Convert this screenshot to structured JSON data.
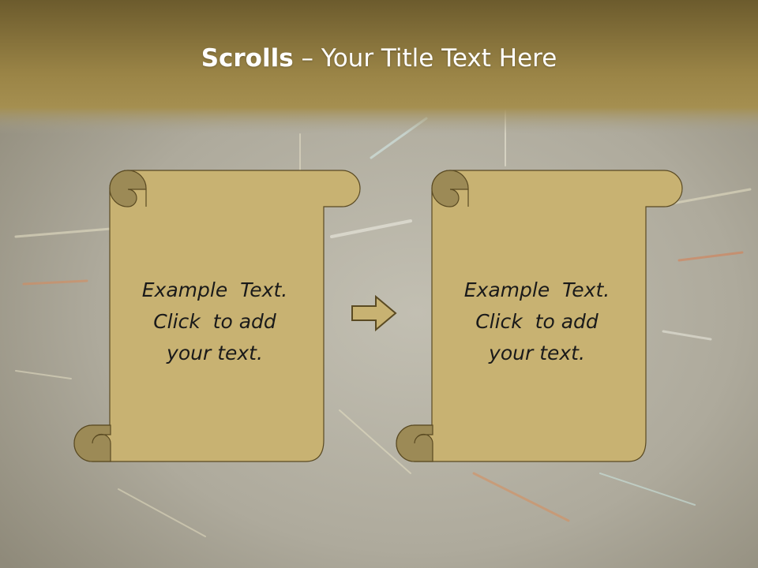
{
  "slide": {
    "title_bold": "Scrolls",
    "title_rest": " – Your Title Text Here",
    "colors": {
      "header_top": "#6f5e2e",
      "header_bottom": "#a58e48",
      "scroll_fill": "#c8b272",
      "scroll_shade": "#9c8a56",
      "scroll_outline": "#5a4a22",
      "background": "#a9a596"
    }
  },
  "scrolls": [
    {
      "lines": [
        "Example  Text.",
        "Click  to add",
        "your text."
      ]
    },
    {
      "lines": [
        "Example  Text.",
        "Click  to add",
        "your text."
      ]
    }
  ],
  "icons": {
    "connector": "right-arrow-icon"
  }
}
